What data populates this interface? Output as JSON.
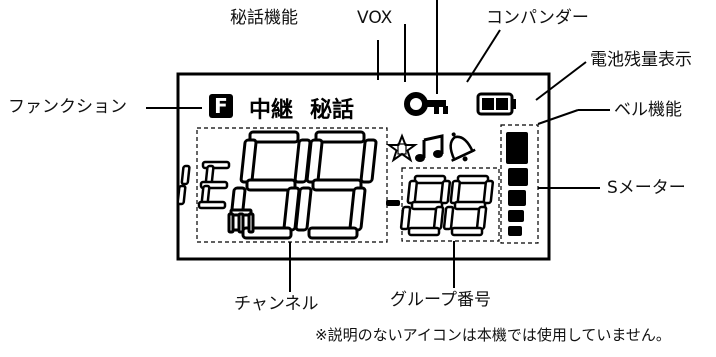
{
  "labels": {
    "secret_function": "秘話機能",
    "vox": "VOX",
    "compander": "コンパンダー",
    "battery_indicator": "電池残量表示",
    "function": "ファンクション",
    "bell_function": "ベル機能",
    "s_meter": "Sメーター",
    "channel": "チャンネル",
    "group_number": "グループ番号"
  },
  "display": {
    "relay_text": "中継",
    "secret_text": "秘話",
    "function_icon": "F",
    "key_icon": "key-icon",
    "star_icon": "star-icon",
    "note_icon": "music-note-icon",
    "bell_icon": "bell-icon",
    "small_digit": "8",
    "channel_digits": "88",
    "separator": "-",
    "group_digits": "88"
  },
  "note": "※説明のないアイコンは本機では使用していません。"
}
